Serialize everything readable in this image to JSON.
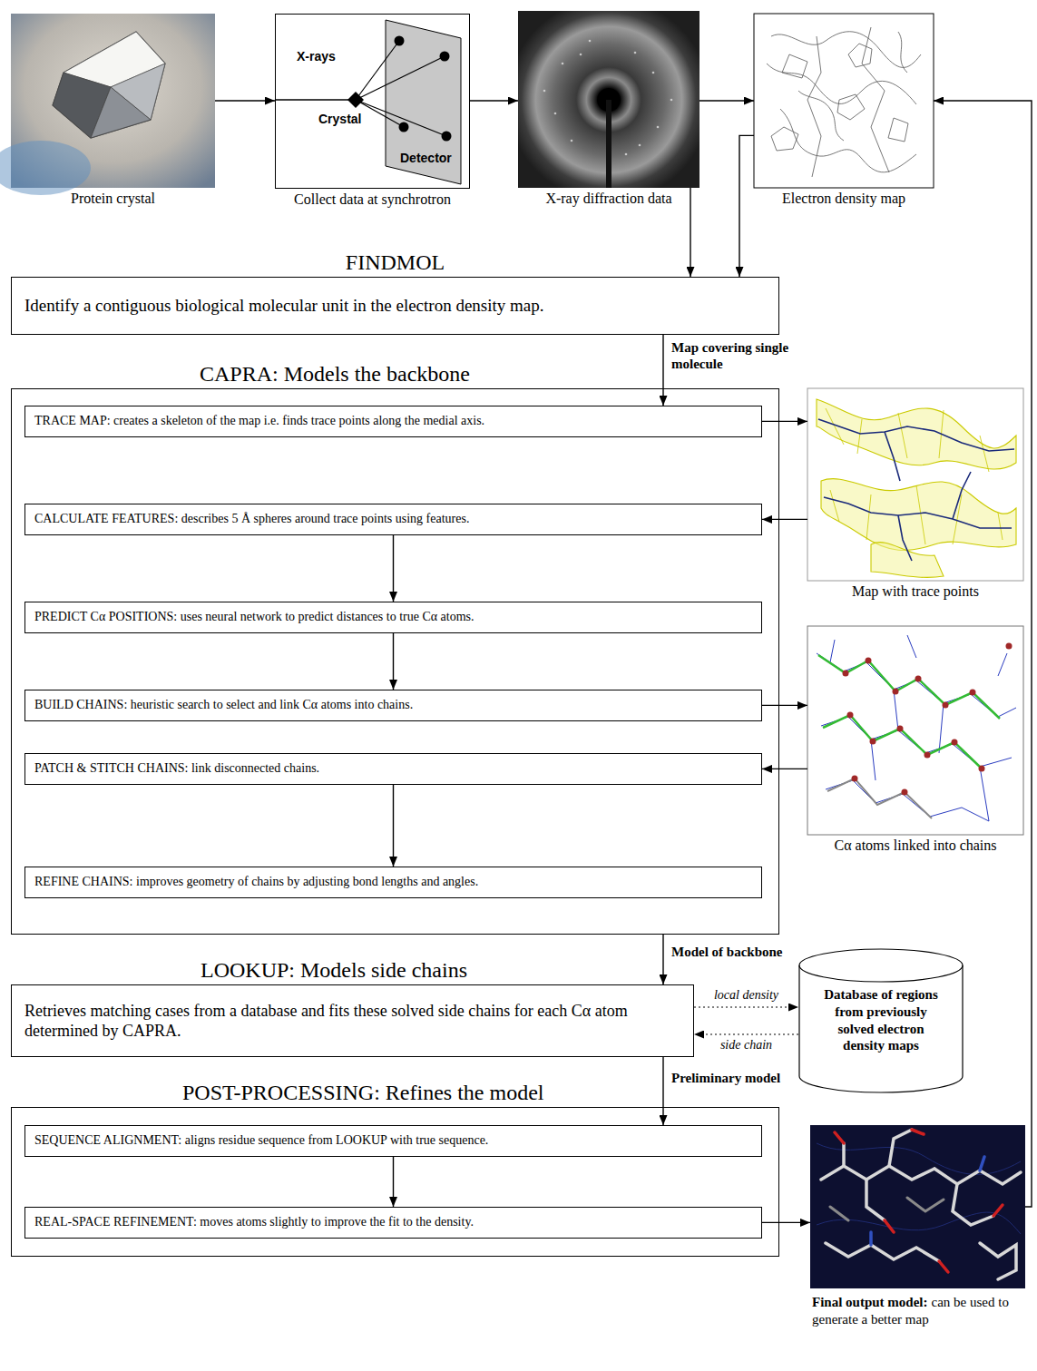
{
  "diagram": {
    "nodes": [
      {
        "text": [
          "Protein crystal"
        ]
      },
      {
        "text": [
          "X-rays",
          "Crystal",
          "Detector",
          "Collect data at synchrotron"
        ]
      },
      {
        "text": [
          "X-ray diffraction data"
        ]
      },
      {
        "text": [
          "Electron density map"
        ]
      },
      {
        "text": [
          "FINDMOL",
          "Identify a contiguous biological molecular unit in the electron density map."
        ]
      },
      {
        "text": [
          "CAPRA: Models the backbone"
        ]
      },
      {
        "text": [
          "TRACE MAP: creates a skeleton of the map i.e. finds trace points along the medial axis."
        ],
        "in": 5
      },
      {
        "text": [
          "CALCULATE FEATURES: describes 5 Å spheres around trace points using features."
        ],
        "in": 5
      },
      {
        "text": [
          "PREDICT Cα POSITIONS: uses neural network to predict distances to true Cα atoms."
        ],
        "in": 5
      },
      {
        "text": [
          "BUILD CHAINS: heuristic search to select and link Cα atoms into chains."
        ],
        "in": 5
      },
      {
        "text": [
          "PATCH & STITCH CHAINS: link disconnected chains."
        ],
        "in": 5
      },
      {
        "text": [
          "REFINE CHAINS: improves geometry of chains by adjusting bond lengths and angles."
        ],
        "in": 5
      },
      {
        "text": [
          "Map with trace points"
        ]
      },
      {
        "text": [
          "Cα atoms linked into chains"
        ]
      },
      {
        "text": [
          "LOOKUP: Models side chains",
          "Retrieves matching cases from a database and fits these solved side chains for each Cα atom determined by CAPRA."
        ]
      },
      {
        "text": [
          "Database of regions from previously solved electron density maps"
        ]
      },
      {
        "text": [
          "POST-PROCESSING: Refines the model"
        ]
      },
      {
        "text": [
          "SEQUENCE ALIGNMENT: aligns residue sequence from LOOKUP with true sequence."
        ],
        "in": 16
      },
      {
        "text": [
          "REAL-SPACE REFINEMENT: moves atoms slightly to improve the fit to the density."
        ],
        "in": 16
      },
      {
        "text": [
          "Final output model:",
          "can be used to generate a better map"
        ]
      }
    ],
    "edges": [
      {
        "from": 0,
        "to": 1,
        "arrow": "to"
      },
      {
        "from": 1,
        "to": 2,
        "arrow": "to"
      },
      {
        "from": 2,
        "to": 3,
        "arrow": "to"
      },
      {
        "from": 2,
        "to": 4,
        "arrow": "to"
      },
      {
        "from": 3,
        "to": 4,
        "arrow": "to"
      },
      {
        "from": 4,
        "to": 6,
        "label": "Map covering single molecule",
        "arrow": "to"
      },
      {
        "from": 6,
        "to": 12,
        "arrow": "to"
      },
      {
        "from": 12,
        "to": 7,
        "arrow": "to"
      },
      {
        "from": 7,
        "to": 8,
        "arrow": "to"
      },
      {
        "from": 8,
        "to": 9,
        "arrow": "to"
      },
      {
        "from": 9,
        "to": 13,
        "arrow": "to"
      },
      {
        "from": 13,
        "to": 10,
        "arrow": "to"
      },
      {
        "from": 10,
        "to": 11,
        "arrow": "to"
      },
      {
        "from": 5,
        "to": 14,
        "label": "Model of backbone",
        "arrow": "to"
      },
      {
        "from": 14,
        "to": 15,
        "label": "local density",
        "arrow": "to"
      },
      {
        "from": 15,
        "to": 14,
        "label": "side chain",
        "arrow": "to"
      },
      {
        "from": 14,
        "to": 17,
        "label": "Preliminary model",
        "arrow": "to"
      },
      {
        "from": 17,
        "to": 18,
        "arrow": "to"
      },
      {
        "from": 18,
        "to": 19,
        "arrow": "to"
      },
      {
        "from": 19,
        "to": 3,
        "arrow": "to"
      }
    ]
  }
}
